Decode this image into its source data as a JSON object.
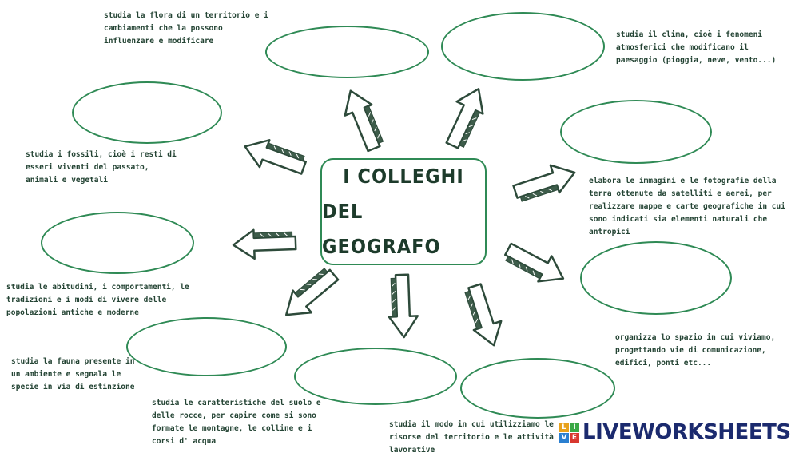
{
  "title": {
    "line1": "I COLLEGHI",
    "line2": "DEL GEOGRAFO"
  },
  "descriptions": [
    "studia la flora di un territorio e i cambiamenti che la possono influenzare e modificare",
    "studia il clima, cioè i fenomeni atmosferici che modificano il paesaggio (pioggia, neve, vento...)",
    "studia i fossili, cioè i resti di esseri viventi del passato, animali e vegetali",
    "elabora le immagini e le fotografie della terra ottenute da satelliti e aerei, per realizzare mappe e carte geografiche in cui sono indicati sia elementi naturali che antropici",
    "studia le abitudini, i comportamenti, le tradizioni e i modi di vivere delle popolazioni antiche e moderne",
    "organizza lo spazio in cui viviamo, progettando vie di comunicazione, edifici, ponti etc...",
    "studia la fauna presente in un ambiente e segnala le specie in via di estinzione",
    "studia le caratteristiche del suolo e delle rocce, per capire come si sono formate le montagne, le colline e i corsi d' acqua",
    "studia il modo in cui utilizziamo le risorse del territorio e le attività lavorative"
  ],
  "brand": {
    "text": "LIVEWORKSHEETS",
    "logo_letters": [
      "L",
      "I",
      "V",
      "E"
    ]
  },
  "colors": {
    "outline": "#2f8a55",
    "text": "#244434",
    "arrow_fill": "#ffffff",
    "arrow_stroke": "#2d4a3a",
    "brand": "#1b2a6e"
  }
}
